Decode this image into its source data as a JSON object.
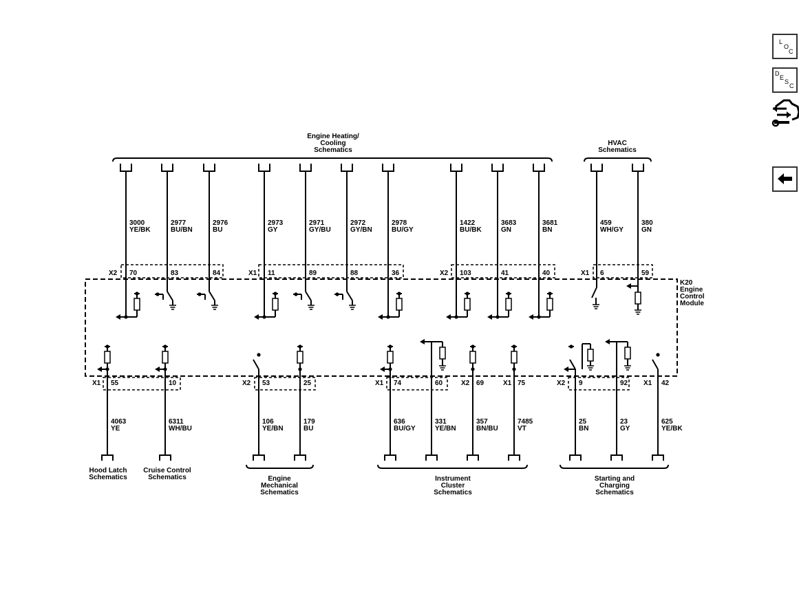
{
  "toolbar": {
    "loc": [
      "L",
      "O",
      "C"
    ],
    "desc": [
      "D",
      "E",
      "S",
      "C"
    ]
  },
  "module": {
    "name": [
      "K20",
      "Engine",
      "Control",
      "Module"
    ]
  },
  "top_groups": [
    {
      "lines": [
        "Engine Heating/",
        "Cooling",
        "Schematics"
      ]
    },
    {
      "lines": [
        "HVAC",
        "Schematics"
      ]
    }
  ],
  "bottom_groups": [
    {
      "lines": [
        "Hood Latch",
        "Schematics"
      ]
    },
    {
      "lines": [
        "Cruise Control",
        "Schematics"
      ]
    },
    {
      "lines": [
        "Engine",
        "Mechanical",
        "Schematics"
      ]
    },
    {
      "lines": [
        "Instrument",
        "Cluster",
        "Schematics"
      ]
    },
    {
      "lines": [
        "Starting and",
        "Charging",
        "Schematics"
      ]
    }
  ],
  "top_connectors": [
    "X2",
    "X1",
    "X2",
    "X1"
  ],
  "bottom_connectors": [
    "X1",
    "X2",
    "X1",
    "X2",
    "X1",
    "X2",
    "X1"
  ],
  "top_wires": [
    {
      "circuit": "3000",
      "color": "YE/BK",
      "pin": "70",
      "kind": "output"
    },
    {
      "circuit": "2977",
      "color": "BU/BN",
      "pin": "83",
      "kind": "switch"
    },
    {
      "circuit": "2976",
      "color": "BU",
      "pin": "84",
      "kind": "switch"
    },
    {
      "circuit": "2973",
      "color": "GY",
      "pin": "11",
      "kind": "output"
    },
    {
      "circuit": "2971",
      "color": "GY/BU",
      "pin": "89",
      "kind": "switch"
    },
    {
      "circuit": "2972",
      "color": "GY/BN",
      "pin": "88",
      "kind": "switch"
    },
    {
      "circuit": "2978",
      "color": "BU/GY",
      "pin": "36",
      "kind": "output"
    },
    {
      "circuit": "1422",
      "color": "BU/BK",
      "pin": "103",
      "kind": "output"
    },
    {
      "circuit": "3683",
      "color": "GN",
      "pin": "41",
      "kind": "output"
    },
    {
      "circuit": "3681",
      "color": "BN",
      "pin": "40",
      "kind": "output"
    },
    {
      "circuit": "459",
      "color": "WH/GY",
      "pin": "6",
      "kind": "switch"
    },
    {
      "circuit": "380",
      "color": "GN",
      "pin": "59",
      "kind": "ground"
    }
  ],
  "bottom_wires": [
    {
      "circuit": "4063",
      "color": "YE",
      "pin": "55",
      "kind": "output"
    },
    {
      "circuit": "6311",
      "color": "WH/BU",
      "pin": "10",
      "kind": "output"
    },
    {
      "circuit": "106",
      "color": "YE/BN",
      "pin": "53",
      "kind": "switch"
    },
    {
      "circuit": "179",
      "color": "BU",
      "pin": "25",
      "kind": "pullup"
    },
    {
      "circuit": "636",
      "color": "BU/GY",
      "pin": "74",
      "kind": "output"
    },
    {
      "circuit": "331",
      "color": "YE/BN",
      "pin": "60",
      "kind": "ground"
    },
    {
      "circuit": "357",
      "color": "BN/BU",
      "pin": "69",
      "kind": "pullup"
    },
    {
      "circuit": "7485",
      "color": "VT",
      "pin": "75",
      "kind": "pullup"
    },
    {
      "circuit": "25",
      "color": "BN",
      "pin": "9",
      "kind": "combo"
    },
    {
      "circuit": "23",
      "color": "GY",
      "pin": "92",
      "kind": "ground"
    },
    {
      "circuit": "625",
      "color": "YE/BK",
      "pin": "42",
      "kind": "switch"
    }
  ]
}
